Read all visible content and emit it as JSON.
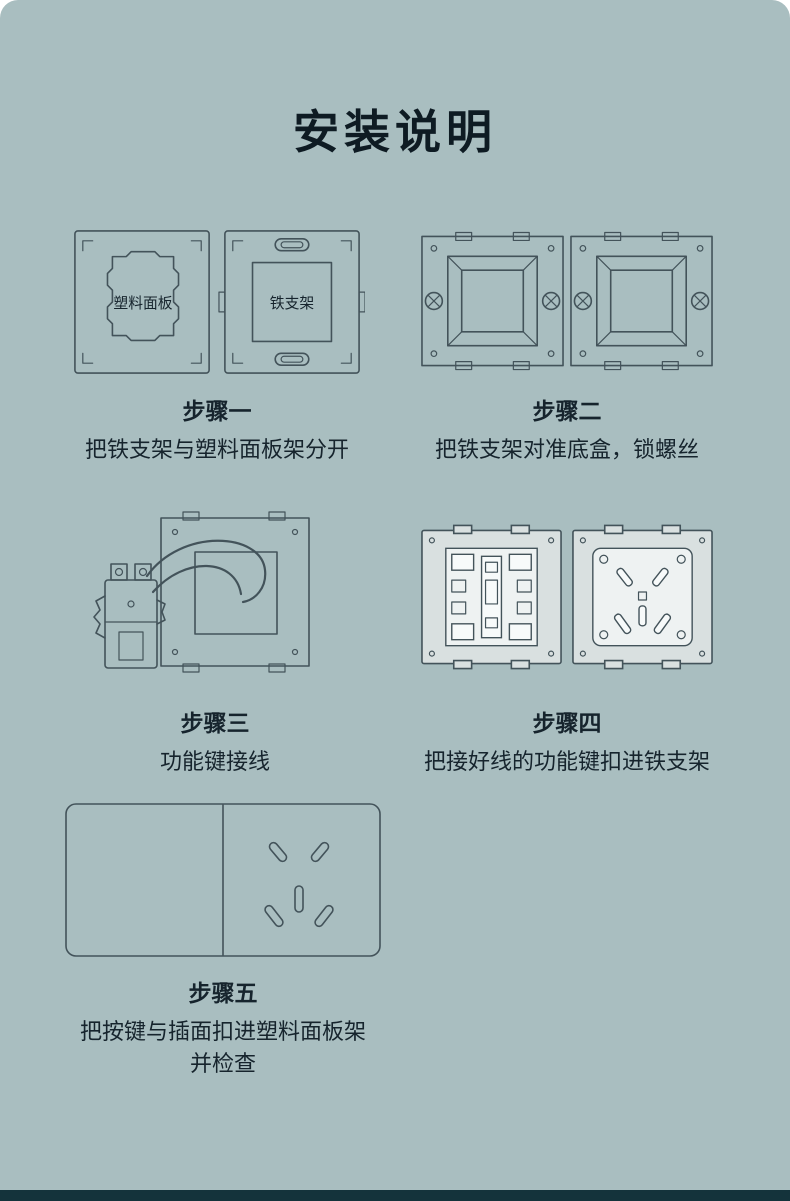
{
  "page": {
    "title": "安装说明",
    "background_color": "#a9bec0",
    "line_color": "#43535a",
    "text_color": "#16242d",
    "footer_color": "#14333b"
  },
  "steps": [
    {
      "id": "step-1",
      "title": "步骤一",
      "caption": "把铁支架与塑料面板架分开",
      "left_label": "塑料面板",
      "right_label": "铁支架"
    },
    {
      "id": "step-2",
      "title": "步骤二",
      "caption": "把铁支架对准底盒，锁螺丝"
    },
    {
      "id": "step-3",
      "title": "步骤三",
      "caption": "功能键接线"
    },
    {
      "id": "step-4",
      "title": "步骤四",
      "caption": "把接好线的功能键扣进铁支架"
    },
    {
      "id": "step-5",
      "title": "步骤五",
      "caption": "把按键与插面扣进塑料面板架",
      "caption_line2": "并检查"
    }
  ]
}
